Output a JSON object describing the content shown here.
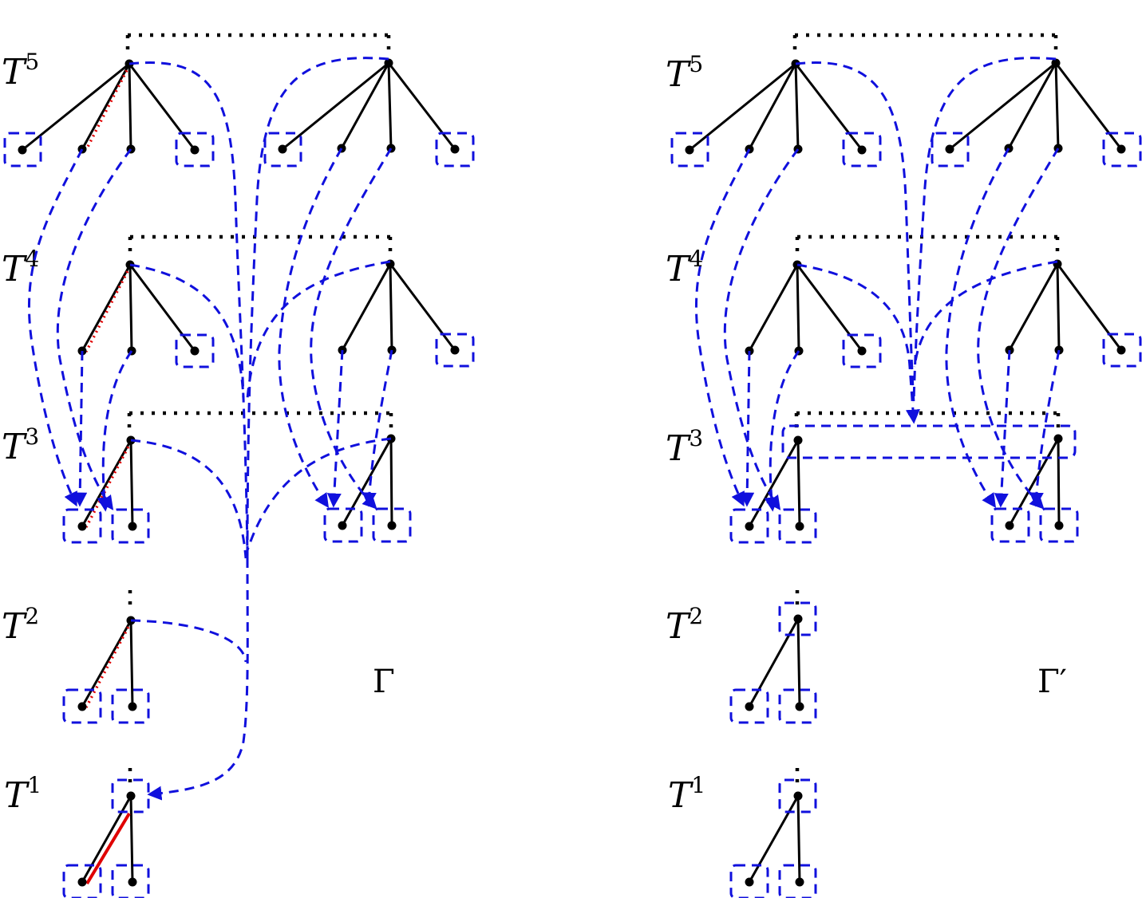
{
  "left_panel": {
    "graph_label": "Γ",
    "levels": [
      {
        "base": "T",
        "sup": "5"
      },
      {
        "base": "T",
        "sup": "4"
      },
      {
        "base": "T",
        "sup": "3"
      },
      {
        "base": "T",
        "sup": "2"
      },
      {
        "base": "T",
        "sup": "1"
      }
    ]
  },
  "right_panel": {
    "graph_label": "Γ′",
    "levels": [
      {
        "base": "T",
        "sup": "5"
      },
      {
        "base": "T",
        "sup": "4"
      },
      {
        "base": "T",
        "sup": "3"
      },
      {
        "base": "T",
        "sup": "2"
      },
      {
        "base": "T",
        "sup": "1"
      }
    ]
  },
  "colors": {
    "tree": "#000000",
    "arrows": "#1010dd",
    "highlight": "#e00000"
  }
}
